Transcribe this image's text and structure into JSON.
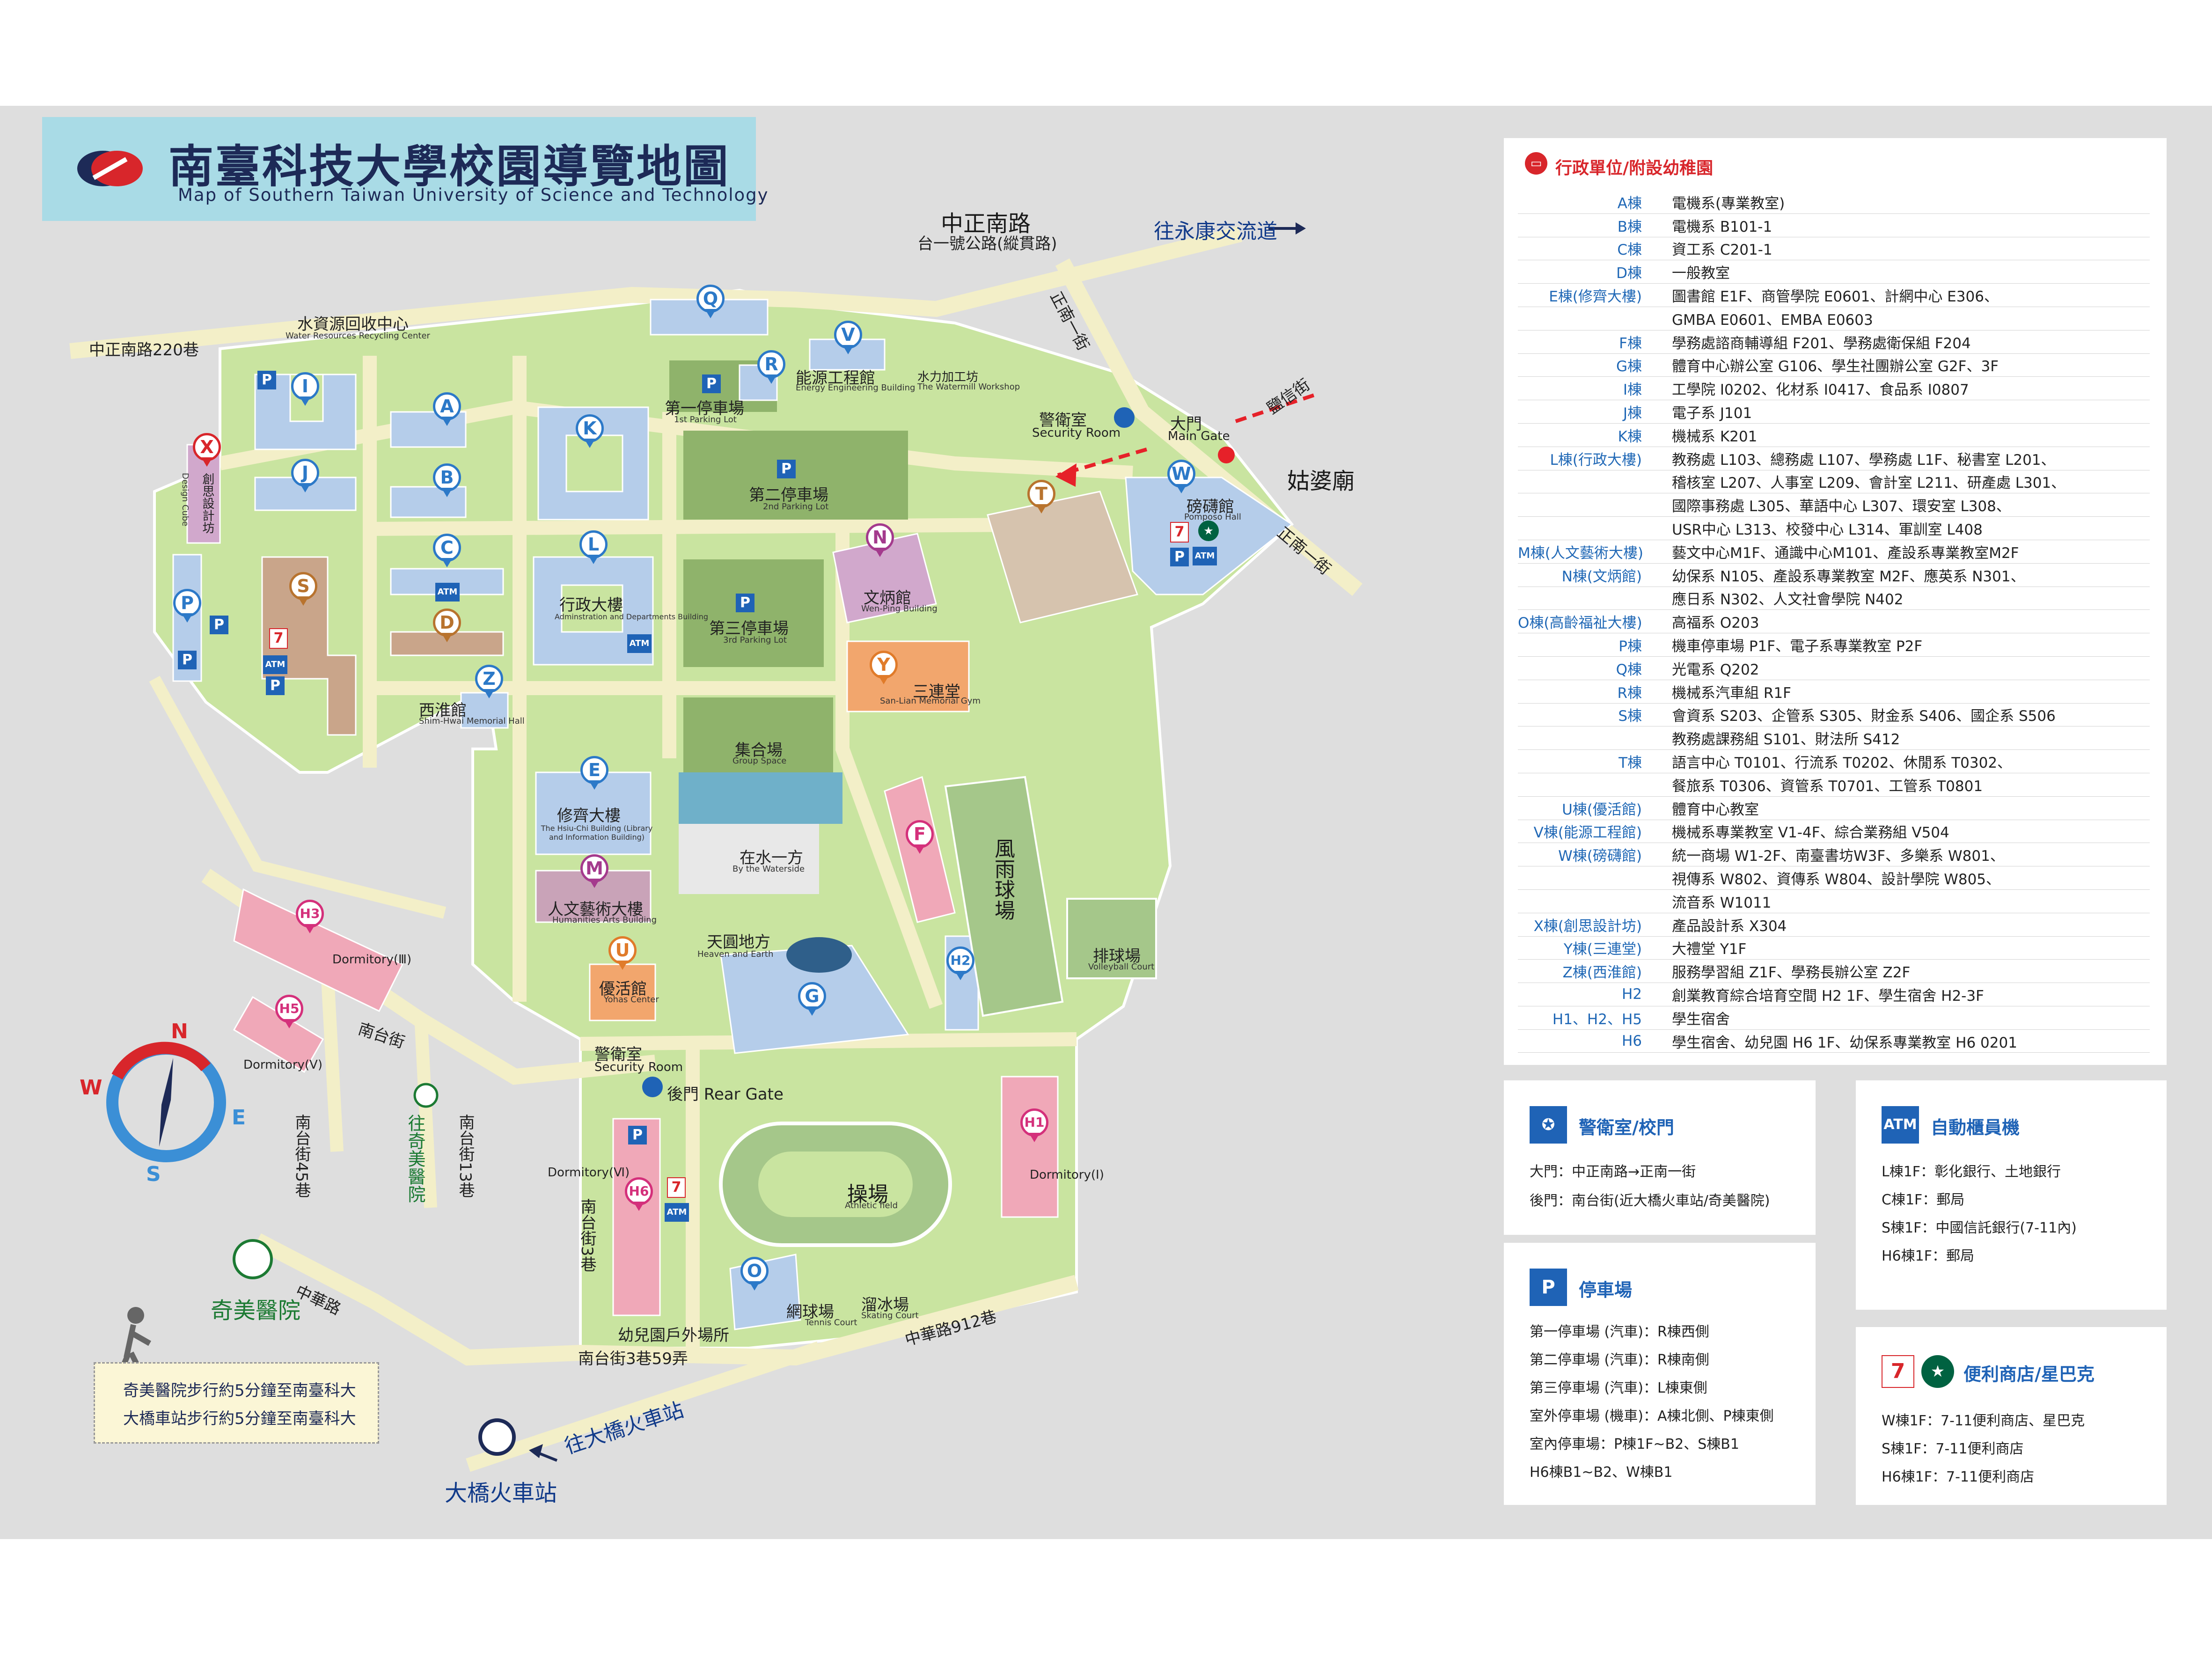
{
  "title": {
    "zh": "南臺科技大學校園導覽地圖",
    "en": "Map of Southern Taiwan University of Science and Technology"
  },
  "roads": {
    "zhongzheng_south": "中正南路",
    "taiwan_hwy1": "台一號公路(縱貫路)",
    "to_yongkang": "往永康交流道",
    "lane220": "中正南路220巷",
    "zhengnan1_top": "正南一街",
    "zhengnan1_right": "正南一街",
    "lanxin": "鹽信街",
    "nantai": "南台街",
    "nantai_lane45": "南台街45巷",
    "nantai_lane13": "南台街13巷",
    "nantai_lane3": "南台街3巷",
    "nantai_lane3_59": "南台街3巷59弄",
    "zhonghua": "中華路",
    "zhonghua_lane912": "中華路912巷",
    "to_dajiao": "往大橋火車站",
    "to_chimei": "往奇美醫院"
  },
  "places": {
    "water_center": "水資源回收中心",
    "water_center_en": "Water Resources Recycling Center",
    "energy": "能源工程館",
    "energy_en": "Energy Engineering Building",
    "watermill": "水力加工坊",
    "watermill_en": "The Watermill Workshop",
    "parking1": "第一停車場",
    "parking1_en": "1st Parking Lot",
    "parking2": "第二停車場",
    "parking2_en": "2nd Parking Lot",
    "parking3": "第三停車場",
    "parking3_en": "3rd Parking Lot",
    "security": "警衛室",
    "security_en": "Security Room",
    "main_gate": "大門",
    "main_gate_en": "Main Gate",
    "gupo": "姑婆廟",
    "pomposo": "磅礴館",
    "pomposo_en": "Pomposo Hall",
    "admin_bld": "行政大樓",
    "admin_bld_en": "Adminstration and Departments Building",
    "wenbing": "文炳館",
    "wenbing_en": "Wen-Ping Building",
    "sanlian": "三連堂",
    "sanlian_en": "San-Lian Memorial Gym",
    "shihuai": "西淮館",
    "shihuai_en": "Shim-Hwai Memorial Hall",
    "design_cube": "創思設計坊",
    "design_cube_en": "Design Cube",
    "group_space": "集合場",
    "group_space_en": "Group Space",
    "hsiuchi": "修齊大樓",
    "hsiuchi_en": "The Hsiu-Chi Building (Library and Information Building)",
    "waterside": "在水一方",
    "waterside_en": "By the Waterside",
    "rain_court": "風雨球場",
    "humanities": "人文藝術大樓",
    "humanities_en": "Humanities Arts Building",
    "heaven": "天圓地方",
    "heaven_en": "Heaven and Earth",
    "volleyball": "排球場",
    "volleyball_en": "Volleyball Court",
    "yohas": "優活館",
    "yohas_en": "Yohas Center",
    "dorm3": "Dormitory(Ⅲ)",
    "dorm5": "Dormitory(Ⅴ)",
    "dorm6": "Dormitory(Ⅵ)",
    "dorm1": "Dormitory(Ⅰ)",
    "security2": "警衛室",
    "security2_en": "Security Room",
    "rear_gate": "後門 Rear Gate",
    "field": "操場",
    "field_en": "Athletic field",
    "tennis": "網球場",
    "tennis_en": "Tennis Court",
    "skating": "溜冰場",
    "skating_en": "Skating Court",
    "kinder": "幼兒園戶外場所",
    "chimei": "奇美醫院",
    "dajiao": "大橋火車站"
  },
  "compass": {
    "n": "N",
    "s": "S",
    "e": "E",
    "w": "W"
  },
  "walk_note": [
    "奇美醫院步行約5分鐘至南臺科大",
    "大橋車站步行約5分鐘至南臺科大"
  ],
  "admin_panel": {
    "heading": "行政單位/附設幼稚園",
    "rows": [
      {
        "k": "A棟",
        "v": "電機系(專業教室)"
      },
      {
        "k": "B棟",
        "v": "電機系 B101-1"
      },
      {
        "k": "C棟",
        "v": "資工系 C201-1"
      },
      {
        "k": "D棟",
        "v": "一般教室"
      },
      {
        "k": "E棟(修齊大樓)",
        "v": "圖書館 E1F、商管學院 E0601、計網中心 E306、"
      },
      {
        "k": "",
        "v": "GMBA E0601、EMBA E0603"
      },
      {
        "k": "F棟",
        "v": "學務處諮商輔導組 F201、學務處衛保組 F204"
      },
      {
        "k": "G棟",
        "v": "體育中心辦公室 G106、學生社團辦公室 G2F、3F"
      },
      {
        "k": "I棟",
        "v": "工學院 I0202、化材系 I0417、食品系 I0807"
      },
      {
        "k": "J棟",
        "v": "電子系 J101"
      },
      {
        "k": "K棟",
        "v": "機械系 K201"
      },
      {
        "k": "L棟(行政大樓)",
        "v": "教務處 L103、總務處 L107、學務處 L1F、秘書室 L201、"
      },
      {
        "k": "",
        "v": "稽核室 L207、人事室 L209、會計室 L211、研產處 L301、"
      },
      {
        "k": "",
        "v": "國際事務處 L305、華語中心 L307、環安室 L308、"
      },
      {
        "k": "",
        "v": "USR中心 L313、校發中心 L314、軍訓室 L408"
      },
      {
        "k": "M棟(人文藝術大樓)",
        "v": "藝文中心M1F、通識中心M101、產設系專業教室M2F"
      },
      {
        "k": "N棟(文炳館)",
        "v": "幼保系 N105、產設系專業教室 M2F、應英系 N301、"
      },
      {
        "k": "",
        "v": "應日系 N302、人文社會學院 N402"
      },
      {
        "k": "O棟(高齡福祉大樓)",
        "v": "高福系 O203"
      },
      {
        "k": "P棟",
        "v": "機車停車場 P1F、電子系專業教室 P2F"
      },
      {
        "k": "Q棟",
        "v": "光電系 Q202"
      },
      {
        "k": "R棟",
        "v": "機械系汽車組 R1F"
      },
      {
        "k": "S棟",
        "v": "會資系 S203、企管系 S305、財金系 S406、國企系 S506"
      },
      {
        "k": "",
        "v": "教務處課務組 S101、財法所 S412"
      },
      {
        "k": "T棟",
        "v": "語言中心 T0101、行流系 T0202、休閒系 T0302、"
      },
      {
        "k": "",
        "v": "餐旅系 T0306、資管系 T0701、工管系 T0801"
      },
      {
        "k": "U棟(優活館)",
        "v": "體育中心教室"
      },
      {
        "k": "V棟(能源工程館)",
        "v": "機械系專業教室 V1-4F、綜合業務組 V504"
      },
      {
        "k": "W棟(磅礴館)",
        "v": "統一商場 W1-2F、南臺書坊W3F、多樂系 W801、"
      },
      {
        "k": "",
        "v": "視傳系 W802、資傳系 W804、設計學院 W805、"
      },
      {
        "k": "",
        "v": "流音系 W1011"
      },
      {
        "k": "X棟(創思設計坊)",
        "v": "產品設計系 X304"
      },
      {
        "k": "Y棟(三連堂)",
        "v": "大禮堂 Y1F"
      },
      {
        "k": "Z棟(西淮館)",
        "v": "服務學習組 Z1F、學務長辦公室 Z2F"
      },
      {
        "k": "H2",
        "v": "創業教育綜合培育空間 H2 1F、學生宿舍 H2-3F"
      },
      {
        "k": "H1、H2、H5",
        "v": "學生宿舍"
      },
      {
        "k": "H6",
        "v": "學生宿舍、幼兒園 H6 1F、幼保系專業教室 H6 0201"
      }
    ]
  },
  "security_panel": {
    "title": "警衛室/校門",
    "lines": [
      "大門：中正南路→正南一街",
      "後門：南台街(近大橋火車站/奇美醫院)"
    ]
  },
  "atm_panel": {
    "icon": "ATM",
    "title": "自動櫃員機",
    "lines": [
      "L棟1F：彰化銀行、土地銀行",
      "C棟1F：郵局",
      "S棟1F：中國信託銀行(7-11內)",
      "H6棟1F：郵局"
    ]
  },
  "parking_panel": {
    "icon": "P",
    "title": "停車場",
    "lines": [
      "第一停車場 (汽車)：R棟西側",
      "第二停車場 (汽車)：R棟南側",
      "第三停車場 (汽車)：L棟東側",
      "室外停車場 (機車)：A棟北側、P棟東側",
      "室內停車場：P棟1F~B2、S棟B1",
      "H6棟B1~B2、W棟B1"
    ]
  },
  "store_panel": {
    "title": "便利商店/星巴克",
    "lines": [
      "W棟1F：7-11便利商店、星巴克",
      "S棟1F：7-11便利商店",
      "H6棟1F：7-11便利商店"
    ]
  },
  "pins": {
    "Q": "Q",
    "R": "R",
    "V": "V",
    "I": "I",
    "A": "A",
    "K": "K",
    "X": "X",
    "J": "J",
    "B": "B",
    "W": "W",
    "T": "T",
    "N": "N",
    "C": "C",
    "L": "L",
    "S": "S",
    "D": "D",
    "Y": "Y",
    "Z": "Z",
    "E": "E",
    "F": "F",
    "H3": "H3",
    "M": "M",
    "H2": "H2",
    "U": "U",
    "H5": "H5",
    "G": "G",
    "H1": "H1",
    "H6": "H6",
    "O": "O",
    "P": "P"
  },
  "badges": {
    "parking": "P",
    "atm": "ATM",
    "seven": "7",
    "starbucks": "★"
  },
  "colors": {
    "green": "#c9e4a0",
    "road": "#f3efc8",
    "building_blue": "#b5cdea",
    "bg_gray": "#dedede",
    "accent_blue": "#1f63b6",
    "red": "#d8262b"
  }
}
